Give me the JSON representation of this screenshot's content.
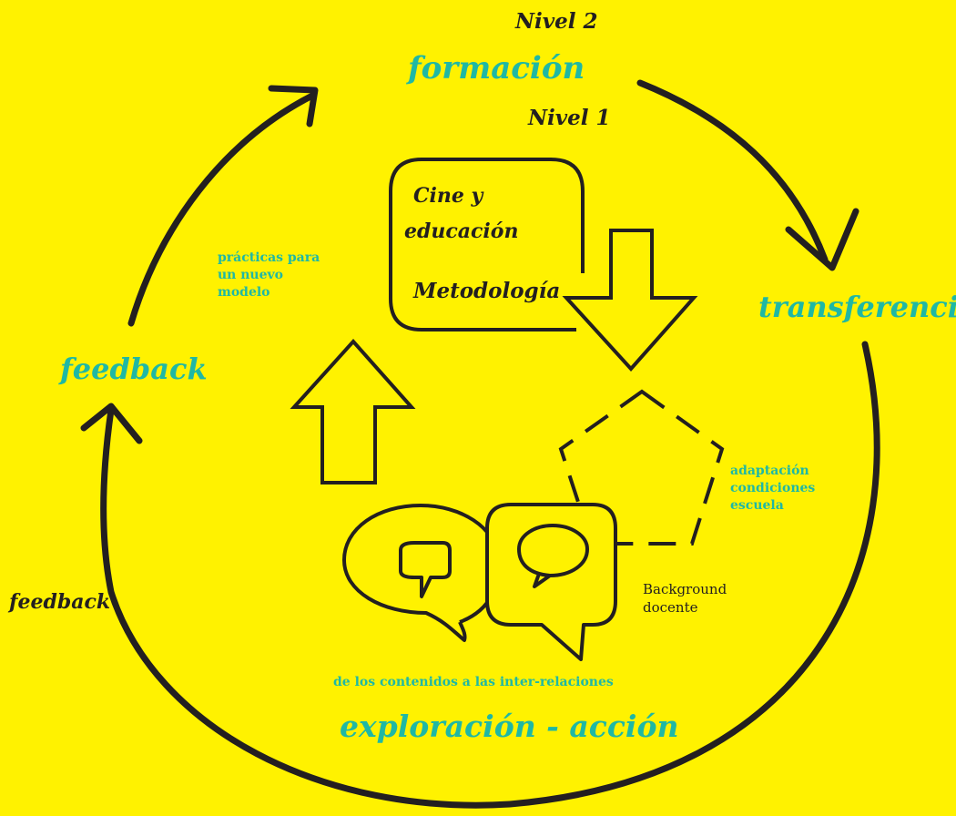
{
  "colors": {
    "background": "#fff200",
    "accent": "#1fb8a4",
    "ink": "#231f20"
  },
  "labels": {
    "nivel2": "Nivel 2",
    "formacion": "formación",
    "nivel1": "Nivel 1",
    "cine_line1": "Cine y",
    "cine_line2": "educación",
    "metodologia": "Metodología",
    "practicas_line1": "prácticas para",
    "practicas_line2": "un nuevo",
    "practicas_line3": "modelo",
    "transferencia": "transferencia",
    "feedback_inner": "feedback",
    "feedback_outer": "feedback",
    "adaptacion_line1": "adaptación",
    "adaptacion_line2": "condiciones",
    "adaptacion_line3": "escuela",
    "background_line1": "Background",
    "background_line2": "docente",
    "contenidos": "de los contenidos a las inter-relaciones",
    "exploracion": "exploración - acción"
  }
}
